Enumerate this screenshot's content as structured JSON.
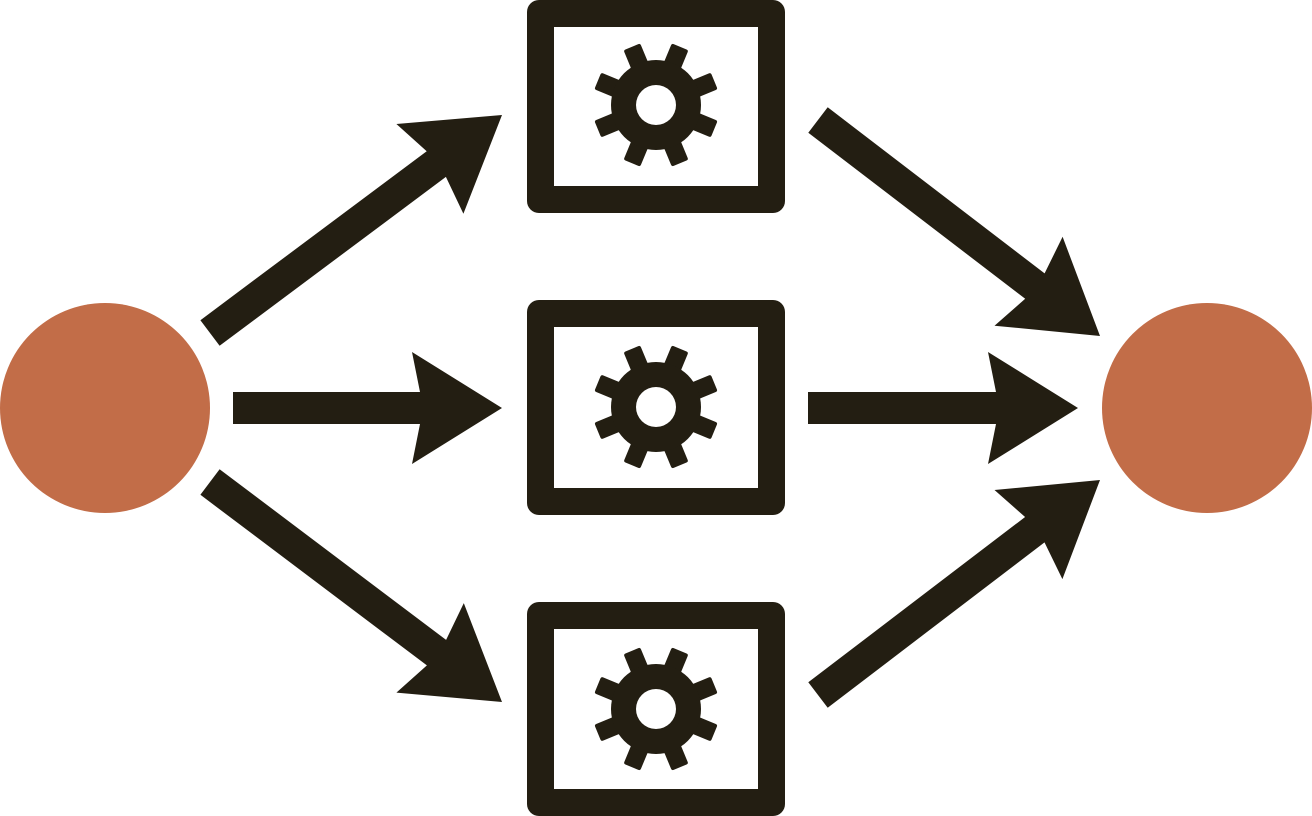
{
  "diagram": {
    "type": "fan-out / fan-in process flow",
    "colors": {
      "node": "#c26d48",
      "stroke": "#231e12",
      "background": "#ffffff"
    },
    "nodes": [
      {
        "id": "source",
        "shape": "circle"
      },
      {
        "id": "process-1",
        "shape": "box",
        "icon": "gear-icon"
      },
      {
        "id": "process-2",
        "shape": "box",
        "icon": "gear-icon"
      },
      {
        "id": "process-3",
        "shape": "box",
        "icon": "gear-icon"
      },
      {
        "id": "sink",
        "shape": "circle"
      }
    ],
    "edges": [
      {
        "from": "source",
        "to": "process-1"
      },
      {
        "from": "source",
        "to": "process-2"
      },
      {
        "from": "source",
        "to": "process-3"
      },
      {
        "from": "process-1",
        "to": "sink"
      },
      {
        "from": "process-2",
        "to": "sink"
      },
      {
        "from": "process-3",
        "to": "sink"
      }
    ]
  }
}
